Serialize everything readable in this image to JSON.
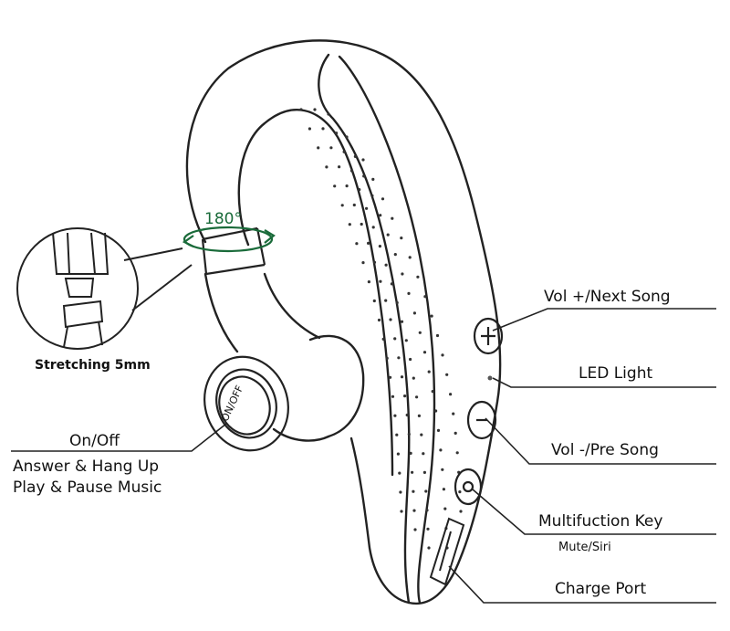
{
  "labels": {
    "vol_plus": "Vol +/Next Song",
    "led": "LED Light",
    "vol_minus": "Vol -/Pre Song",
    "multi": "Multifuction Key",
    "multi_sub": "Mute/Siri",
    "charge": "Charge Port",
    "onoff_1": "On/Off",
    "onoff_2": "Answer & Hang Up",
    "onoff_3": "Play & Pause Music",
    "stretch": "Stretching 5mm",
    "rotation": "180°",
    "button_text": "ON/OFF"
  },
  "colors": {
    "line": "#222222",
    "accent": "#1a6b3a"
  }
}
